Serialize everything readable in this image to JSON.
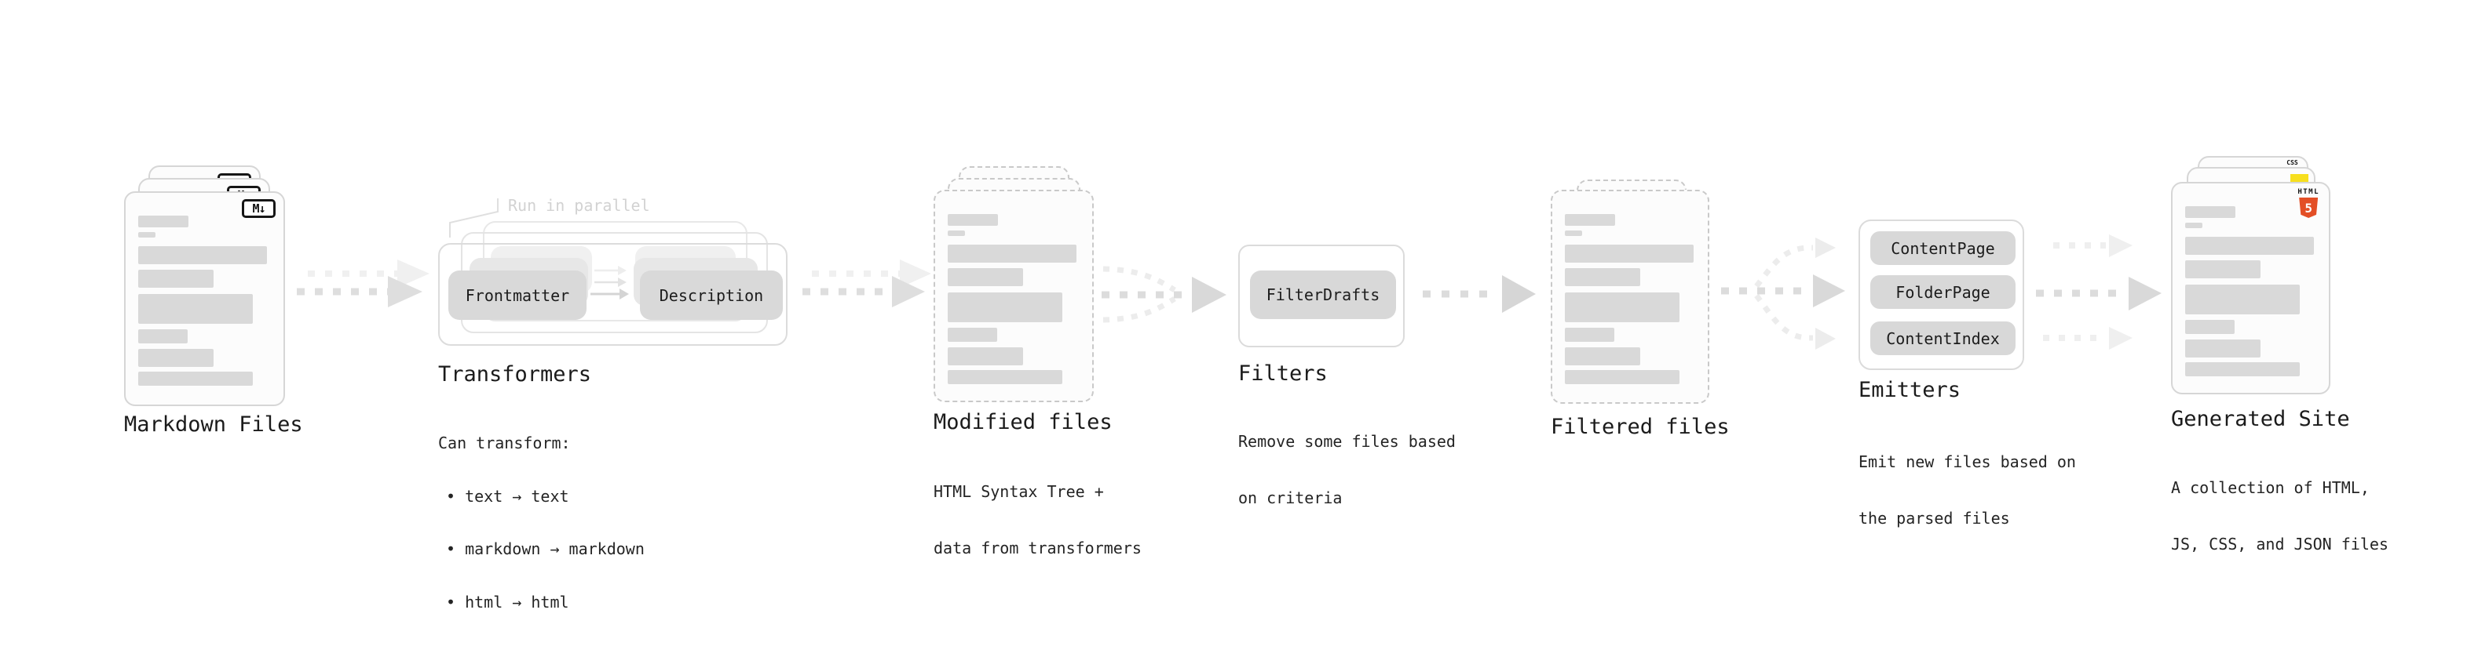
{
  "colors": {
    "accent_html5": "#e34f26",
    "accent_js": "#f7df1e",
    "accent_css": "#2962ff",
    "skeleton_gray": "#d9d9d9",
    "arrow_dark": "#dcdcdc",
    "arrow_light": "#efefef"
  },
  "stages": {
    "markdown_files": {
      "title": "Markdown Files",
      "badge": "M↓"
    },
    "transformers": {
      "title": "Transformers",
      "annotation": "Run in parallel",
      "input_box": "Frontmatter",
      "output_box": "Description",
      "note_heading": "Can transform:",
      "bullets": [
        "• text → text",
        "• markdown → markdown",
        "• html → html"
      ]
    },
    "modified_files": {
      "title": "Modified files",
      "subtitle": [
        "HTML Syntax Tree +",
        "data from transformers"
      ]
    },
    "filters": {
      "title": "Filters",
      "box": "FilterDrafts",
      "subtitle": [
        "Remove some files based",
        "on criteria"
      ]
    },
    "filtered_files": {
      "title": "Filtered files"
    },
    "emitters": {
      "title": "Emitters",
      "boxes": [
        "ContentPage",
        "FolderPage",
        "ContentIndex"
      ],
      "subtitle": [
        "Emit new files based on",
        "the parsed files"
      ]
    },
    "generated_site": {
      "title": "Generated Site",
      "subtitle": [
        "A collection of HTML,",
        "JS, CSS, and JSON files"
      ],
      "badge_html_label": "HTML",
      "badge_html_number": "5",
      "badge_css_label": "CSS"
    }
  }
}
